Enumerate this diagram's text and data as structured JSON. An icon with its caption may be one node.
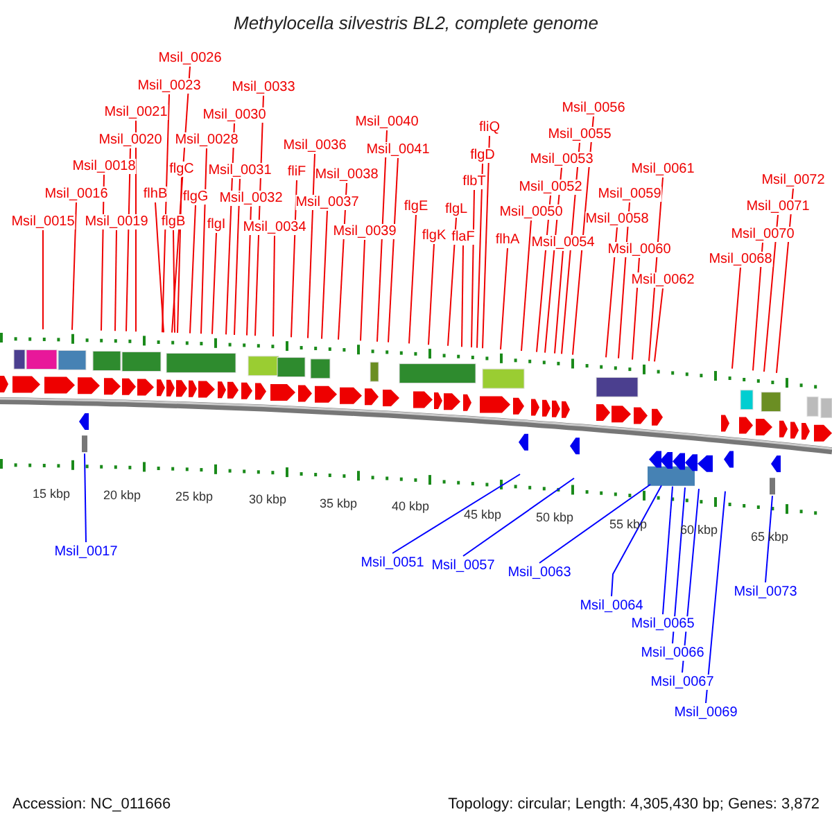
{
  "diagram": {
    "title": "Methylocella silvestris BL2, complete genome",
    "nodes": [
      {
        "text": [
          "Msil_0015"
        ]
      },
      {
        "text": [
          "Msil_0016"
        ]
      },
      {
        "text": [
          "Msil_0017"
        ]
      },
      {
        "text": [
          "Msil_0018"
        ]
      },
      {
        "text": [
          "Msil_0019"
        ]
      },
      {
        "text": [
          "Msil_0020"
        ]
      },
      {
        "text": [
          "Msil_0021"
        ]
      },
      {
        "text": [
          "flhB"
        ]
      },
      {
        "text": [
          "flgC"
        ]
      },
      {
        "text": [
          "flgB"
        ]
      },
      {
        "text": [
          "Msil_0023"
        ]
      },
      {
        "text": [
          "flgG"
        ]
      },
      {
        "text": [
          "Msil_0026"
        ]
      },
      {
        "text": [
          "Msil_0028"
        ]
      },
      {
        "text": [
          "flgI"
        ]
      },
      {
        "text": [
          "Msil_0030"
        ]
      },
      {
        "text": [
          "Msil_0031"
        ]
      },
      {
        "text": [
          "Msil_0032"
        ]
      },
      {
        "text": [
          "Msil_0033"
        ]
      },
      {
        "text": [
          "Msil_0034"
        ]
      },
      {
        "text": [
          "fliF"
        ]
      },
      {
        "text": [
          "Msil_0036"
        ]
      },
      {
        "text": [
          "Msil_0037"
        ]
      },
      {
        "text": [
          "Msil_0038"
        ]
      },
      {
        "text": [
          "Msil_0039"
        ]
      },
      {
        "text": [
          "Msil_0040"
        ]
      },
      {
        "text": [
          "Msil_0041"
        ]
      },
      {
        "text": [
          "flgE"
        ]
      },
      {
        "text": [
          "flgK"
        ]
      },
      {
        "text": [
          "flgL"
        ]
      },
      {
        "text": [
          "flaF"
        ]
      },
      {
        "text": [
          "flbT"
        ]
      },
      {
        "text": [
          "flgD"
        ]
      },
      {
        "text": [
          "fliQ"
        ]
      },
      {
        "text": [
          "flhA"
        ]
      },
      {
        "text": [
          "Msil_0050"
        ]
      },
      {
        "text": [
          "Msil_0051"
        ]
      },
      {
        "text": [
          "Msil_0052"
        ]
      },
      {
        "text": [
          "Msil_0053"
        ]
      },
      {
        "text": [
          "Msil_0054"
        ]
      },
      {
        "text": [
          "Msil_0055"
        ]
      },
      {
        "text": [
          "Msil_0056"
        ]
      },
      {
        "text": [
          "Msil_0057"
        ]
      },
      {
        "text": [
          "Msil_0058"
        ]
      },
      {
        "text": [
          "Msil_0059"
        ]
      },
      {
        "text": [
          "Msil_0060"
        ]
      },
      {
        "text": [
          "Msil_0061"
        ]
      },
      {
        "text": [
          "Msil_0062"
        ]
      },
      {
        "text": [
          "Msil_0063"
        ]
      },
      {
        "text": [
          "Msil_0064"
        ]
      },
      {
        "text": [
          "Msil_0065"
        ]
      },
      {
        "text": [
          "Msil_0066"
        ]
      },
      {
        "text": [
          "Msil_0067"
        ]
      },
      {
        "text": [
          "Msil_0068"
        ]
      },
      {
        "text": [
          "Msil_0069"
        ]
      },
      {
        "text": [
          "Msil_0070"
        ]
      },
      {
        "text": [
          "Msil_0071"
        ]
      },
      {
        "text": [
          "Msil_0072"
        ]
      },
      {
        "text": [
          "Msil_0073"
        ]
      }
    ],
    "edges": [
      {
        "from": 0,
        "to": null,
        "arrow": "none"
      },
      {
        "from": 1,
        "to": null,
        "arrow": "none"
      },
      {
        "from": 2,
        "to": null,
        "arrow": "none",
        "color": "#0000ff"
      },
      {
        "from": 3,
        "to": null,
        "arrow": "none"
      },
      {
        "from": 4,
        "to": null,
        "arrow": "none"
      },
      {
        "from": 5,
        "to": null,
        "arrow": "none"
      },
      {
        "from": 6,
        "to": null,
        "arrow": "none"
      },
      {
        "from": 7,
        "to": null,
        "arrow": "none"
      },
      {
        "from": 8,
        "to": null,
        "arrow": "none"
      },
      {
        "from": 9,
        "to": null,
        "arrow": "none"
      },
      {
        "from": 10,
        "to": null,
        "arrow": "none"
      },
      {
        "from": 11,
        "to": null,
        "arrow": "none"
      },
      {
        "from": 12,
        "to": null,
        "arrow": "none"
      },
      {
        "from": 13,
        "to": null,
        "arrow": "none"
      },
      {
        "from": 14,
        "to": null,
        "arrow": "none"
      },
      {
        "from": 15,
        "to": null,
        "arrow": "none"
      },
      {
        "from": 16,
        "to": null,
        "arrow": "none"
      },
      {
        "from": 17,
        "to": null,
        "arrow": "none"
      },
      {
        "from": 18,
        "to": null,
        "arrow": "none"
      },
      {
        "from": 19,
        "to": null,
        "arrow": "none"
      },
      {
        "from": 20,
        "to": null,
        "arrow": "none"
      },
      {
        "from": 21,
        "to": null,
        "arrow": "none"
      },
      {
        "from": 22,
        "to": null,
        "arrow": "none"
      },
      {
        "from": 23,
        "to": null,
        "arrow": "none"
      },
      {
        "from": 24,
        "to": null,
        "arrow": "none"
      },
      {
        "from": 25,
        "to": null,
        "arrow": "none"
      },
      {
        "from": 26,
        "to": null,
        "arrow": "none"
      },
      {
        "from": 27,
        "to": null,
        "arrow": "none"
      },
      {
        "from": 28,
        "to": null,
        "arrow": "none"
      },
      {
        "from": 29,
        "to": null,
        "arrow": "none"
      },
      {
        "from": 30,
        "to": null,
        "arrow": "none"
      },
      {
        "from": 31,
        "to": null,
        "arrow": "none"
      },
      {
        "from": 32,
        "to": null,
        "arrow": "none"
      },
      {
        "from": 33,
        "to": null,
        "arrow": "none"
      },
      {
        "from": 34,
        "to": null,
        "arrow": "none"
      },
      {
        "from": 35,
        "to": null,
        "arrow": "none"
      },
      {
        "from": 36,
        "to": null,
        "arrow": "none",
        "color": "#0000ff"
      },
      {
        "from": 37,
        "to": null,
        "arrow": "none"
      },
      {
        "from": 38,
        "to": null,
        "arrow": "none"
      },
      {
        "from": 39,
        "to": null,
        "arrow": "none"
      },
      {
        "from": 40,
        "to": null,
        "arrow": "none"
      },
      {
        "from": 41,
        "to": null,
        "arrow": "none"
      },
      {
        "from": 42,
        "to": null,
        "arrow": "none",
        "color": "#0000ff"
      },
      {
        "from": 43,
        "to": null,
        "arrow": "none"
      },
      {
        "from": 44,
        "to": null,
        "arrow": "none"
      },
      {
        "from": 45,
        "to": null,
        "arrow": "none"
      },
      {
        "from": 46,
        "to": null,
        "arrow": "none"
      },
      {
        "from": 47,
        "to": null,
        "arrow": "none"
      },
      {
        "from": 48,
        "to": null,
        "arrow": "none",
        "color": "#0000ff"
      },
      {
        "from": 49,
        "to": null,
        "arrow": "none",
        "color": "#0000ff"
      },
      {
        "from": 50,
        "to": null,
        "arrow": "none",
        "color": "#0000ff"
      },
      {
        "from": 51,
        "to": null,
        "arrow": "none",
        "color": "#0000ff"
      },
      {
        "from": 52,
        "to": null,
        "arrow": "none",
        "color": "#0000ff"
      },
      {
        "from": 53,
        "to": null,
        "arrow": "none"
      },
      {
        "from": 54,
        "to": null,
        "arrow": "none",
        "color": "#0000ff"
      },
      {
        "from": 55,
        "to": null,
        "arrow": "none"
      },
      {
        "from": 56,
        "to": null,
        "arrow": "none"
      },
      {
        "from": 57,
        "to": null,
        "arrow": "none"
      },
      {
        "from": 58,
        "to": null,
        "arrow": "none",
        "color": "#0000ff"
      }
    ],
    "labels": [
      "15 kbp",
      "20 kbp",
      "25 kbp",
      "30 kbp",
      "35 kbp",
      "40 kbp",
      "45 kbp",
      "50 kbp",
      "55 kbp",
      "60 kbp",
      "65 kbp",
      "Accession: NC_011666",
      "Topology: circular; Length: 4,305,430 bp; Genes: 3,872"
    ]
  }
}
